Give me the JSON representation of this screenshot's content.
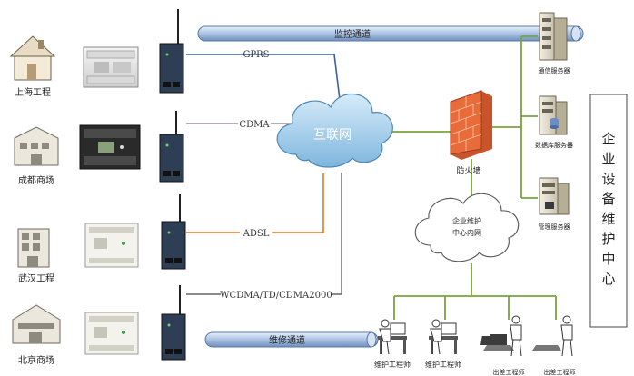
{
  "channels": {
    "monitor": "监控通道",
    "maintenance": "维修通道"
  },
  "sites": [
    {
      "label": "上海工程"
    },
    {
      "label": "成都商场"
    },
    {
      "label": "武汉工程"
    },
    {
      "label": "北京商场"
    }
  ],
  "links": {
    "gprs": "GPRS",
    "cdma": "CDMA",
    "adsl": "ADSL",
    "wcdma": "WCDMA/TD/CDMA2000"
  },
  "internet": "互联网",
  "firewall": "防火墙",
  "intranet": "企业维护中心内网",
  "intranet_lines": [
    "企业维护",
    "中心内网"
  ],
  "servers": {
    "comm": "通信服务器",
    "database": "数据库服务器",
    "management": "管理服务器"
  },
  "center_title": "企业设备维护中心",
  "center_chars": [
    "企",
    "业",
    "设",
    "备",
    "维",
    "护",
    "中",
    "心"
  ],
  "staff": [
    {
      "label": "维护工程师"
    },
    {
      "label": "维护工程师"
    },
    {
      "label": "出差工程师"
    },
    {
      "label": "出差工程师"
    }
  ],
  "colors": {
    "gprs_line": "#3a5fa0",
    "cdma_line": "#9a8fa8",
    "adsl_line": "#e07a2a",
    "wcdma_line": "#666666",
    "lan_line": "#7aa33a",
    "tube_fill": "#b9cde6"
  }
}
